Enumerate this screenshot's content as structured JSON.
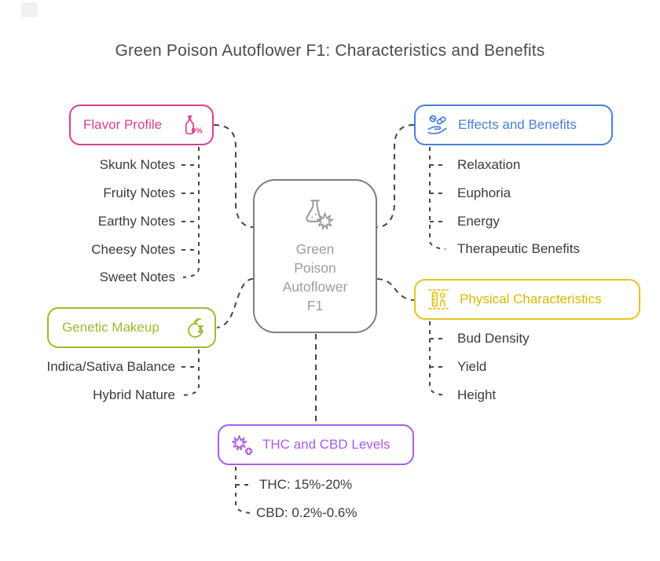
{
  "title": "Green Poison Autoflower F1: Characteristics and Benefits",
  "center": {
    "label": "Green Poison Autoflower F1",
    "lines": [
      "Green",
      "Poison",
      "Autoflower",
      "F1"
    ],
    "icon": "flask-cannabis-leaf-icon",
    "border_color": "#7e7e7e",
    "text_color": "#9c9c9c"
  },
  "branches": {
    "flavor_profile": {
      "label": "Flavor Profile",
      "icon": "zero-percent-bottle-icon",
      "icon_text": "0%",
      "color": "#d6418d",
      "items": [
        "Skunk Notes",
        "Fruity Notes",
        "Earthy Notes",
        "Cheesy Notes",
        "Sweet Notes"
      ]
    },
    "effects_and_benefits": {
      "label": "Effects and Benefits",
      "icon": "hand-with-pills-icon",
      "color": "#4a7fd8",
      "items": [
        "Relaxation",
        "Euphoria",
        "Energy",
        "Therapeutic Benefits"
      ]
    },
    "genetic_makeup": {
      "label": "Genetic Makeup",
      "icon": "fruit-dna-icon",
      "color": "#9dbb2d",
      "items": [
        "Indica/Sativa Balance",
        "Hybrid Nature"
      ]
    },
    "physical_characteristics": {
      "label": "Physical Characteristics",
      "icon": "height-measure-icon",
      "color": "#e3c41f",
      "items": [
        "Bud Density",
        "Yield",
        "Height"
      ]
    },
    "thc_cbd_levels": {
      "label": "THC and CBD Levels",
      "icon": "cannabis-cross-icon",
      "color": "#a95ce8",
      "items": [
        "THC: 15%-20%",
        "CBD: 0.2%-0.6%"
      ]
    }
  },
  "connector_color": "#464646",
  "item_text_color": "#3b3b3b"
}
